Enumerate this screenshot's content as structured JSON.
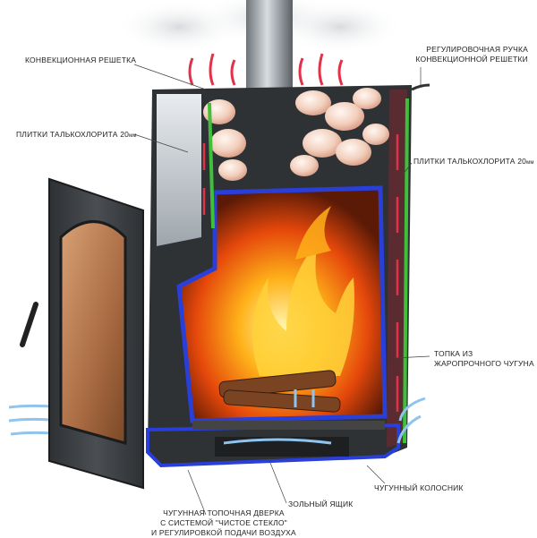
{
  "labels": {
    "convection_grate": "КОНВЕКЦИОННАЯ РЕШЕТКА",
    "adjust_handle_1": "РЕГУЛИРОВОЧНАЯ РУЧКА",
    "adjust_handle_2": "КОНВЕКЦИОННОЙ РЕШЕТКИ",
    "talc_left": "ПЛИТКИ ТАЛЬКОХЛОРИТА 20",
    "talc_left_unit": "мм",
    "talc_right": "ПЛИТКИ ТАЛЬКОХЛОРИТА 20",
    "talc_right_unit": "мм",
    "firebox_1": "ТОПКА ИЗ",
    "firebox_2": "ЖАРОПРОЧНОГО ЧУГУНА",
    "grate": "ЧУГУННЫЙ КОЛОСНИК",
    "ash_box": "ЗОЛЬНЫЙ ЯЩИК",
    "door_1": "ЧУГУННАЯ ТОПОЧНАЯ ДВЕРКА",
    "door_2": "С СИСТЕМОЙ \"ЧИСТОЕ СТЕКЛО\"",
    "door_3": "И РЕГУЛИРОВКОЙ ПОДАЧИ ВОЗДУХА"
  },
  "colors": {
    "body": "#3a3d40",
    "blue_edge": "#2a3fd8",
    "green_edge": "#3fbf3a",
    "fire": "#ff7a10",
    "hot_air": "#e0334a",
    "cold_air": "#8fc4ef",
    "stones": "#f3d7c8"
  }
}
